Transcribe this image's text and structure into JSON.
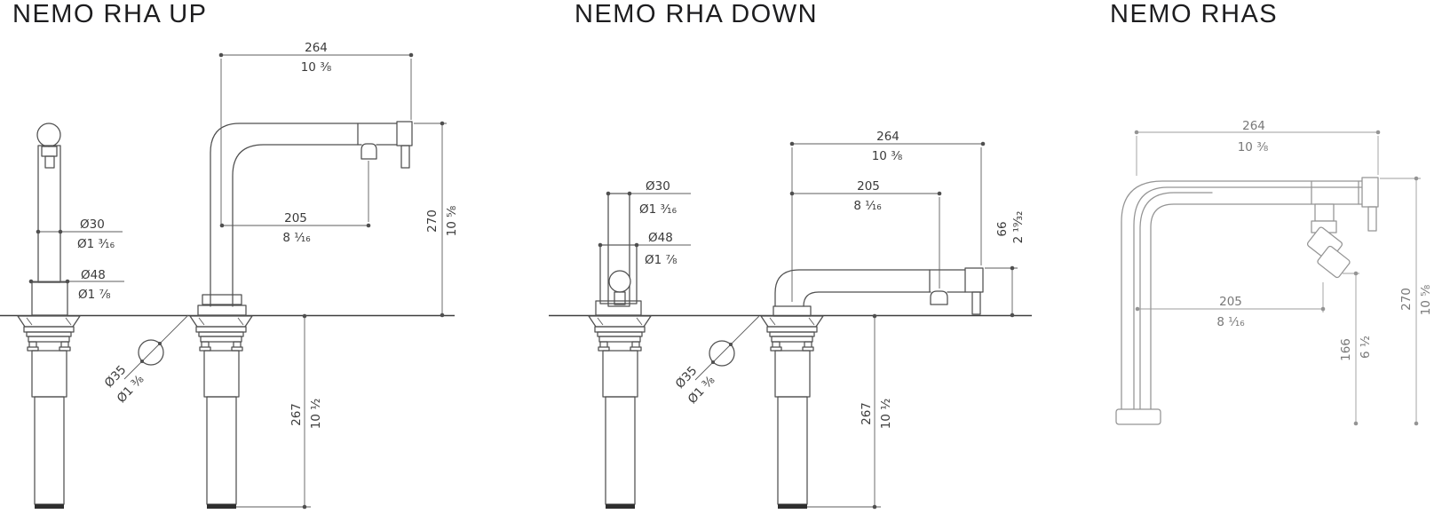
{
  "page": {
    "background": "#ffffff",
    "line_color": "#4f4f4f",
    "light_line_color": "#949494",
    "title_color": "#1d1d1f"
  },
  "drawings": [
    {
      "title": "NEMO RHA UP",
      "dims": {
        "width": {
          "mm": "264",
          "in": "10 ³⁄₈"
        },
        "reach": {
          "mm": "205",
          "in": "8 ¹⁄₁₆"
        },
        "height": {
          "mm": "270",
          "in": "10 ⁵⁄₈"
        },
        "below": {
          "mm": "267",
          "in": "10 ¹⁄₂"
        },
        "riser_dia": {
          "mm": "Ø30",
          "in": "Ø1 ³⁄₁₆"
        },
        "base_dia": {
          "mm": "Ø48",
          "in": "Ø1 ⁷⁄₈"
        },
        "hole_dia": {
          "mm": "Ø35",
          "in": "Ø1 ³⁄₈"
        }
      }
    },
    {
      "title": "NEMO RHA DOWN",
      "dims": {
        "width": {
          "mm": "264",
          "in": "10 ³⁄₈"
        },
        "reach": {
          "mm": "205",
          "in": "8 ¹⁄₁₆"
        },
        "spout_height": {
          "mm": "66",
          "in": "2 ¹⁹⁄₃₂"
        },
        "below": {
          "mm": "267",
          "in": "10 ¹⁄₂"
        },
        "riser_dia": {
          "mm": "Ø30",
          "in": "Ø1 ³⁄₁₆"
        },
        "base_dia": {
          "mm": "Ø48",
          "in": "Ø1 ⁷⁄₈"
        },
        "hole_dia": {
          "mm": "Ø35",
          "in": "Ø1 ³⁄₈"
        }
      }
    },
    {
      "title": "NEMO RHAS",
      "dims": {
        "width": {
          "mm": "264",
          "in": "10 ³⁄₈"
        },
        "reach": {
          "mm": "205",
          "in": "8 ¹⁄₁₆"
        },
        "height": {
          "mm": "270",
          "in": "10 ⁵⁄₈"
        },
        "nozzle_height": {
          "mm": "166",
          "in": "6 ¹⁄₂"
        }
      }
    }
  ]
}
